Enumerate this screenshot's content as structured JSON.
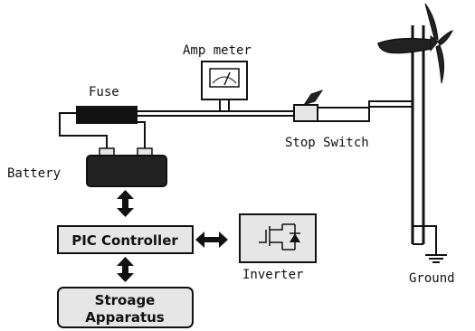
{
  "labels": {
    "amp_meter": "Amp meter",
    "fuse": "Fuse",
    "stop_switch": "Stop Switch",
    "battery": "Battery",
    "pic_controller": "PIC Controller",
    "inverter": "Inverter",
    "ground": "Ground",
    "storage_line1": "Stroage",
    "storage_line2": "Apparatus"
  },
  "colors": {
    "stroke": "#111111",
    "fill_light": "#e6e6e6",
    "fill_dark": "#222222",
    "background": "#ffffff"
  }
}
